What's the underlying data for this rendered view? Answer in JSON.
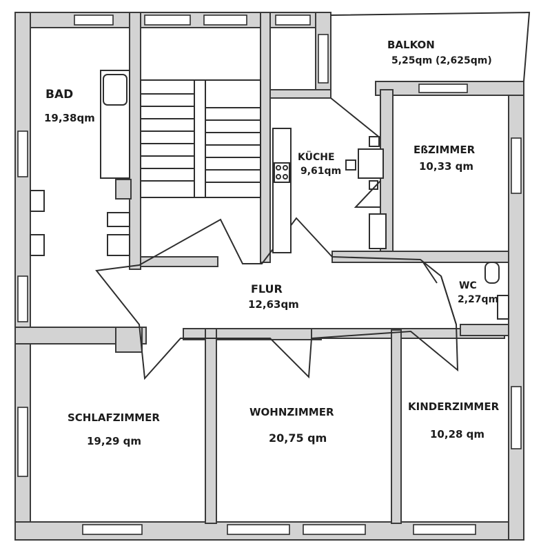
{
  "rooms": {
    "bad": {
      "name": "BAD",
      "area": "19,38qm"
    },
    "balkon": {
      "name": "BALKON",
      "area": "5,25qm (2,625qm)"
    },
    "kueche": {
      "name": "KÜCHE",
      "area": "9,61qm"
    },
    "esszimmer": {
      "name": "EßZIMMER",
      "area": "10,33 qm"
    },
    "flur": {
      "name": "FLUR",
      "area": "12,63qm"
    },
    "wc": {
      "name": "WC",
      "area": "2,27qm"
    },
    "schlafzimmer": {
      "name": "SCHLAFZIMMER",
      "area": "19,29 qm"
    },
    "wohnzimmer": {
      "name": "WOHNZIMMER",
      "area": "20,75 qm"
    },
    "kinderzimmer": {
      "name": "KINDERZIMMER",
      "area": "10,28 qm"
    }
  },
  "colors": {
    "wall": "#d3d3d3",
    "line": "#2e2e2e",
    "background": "#ffffff"
  }
}
